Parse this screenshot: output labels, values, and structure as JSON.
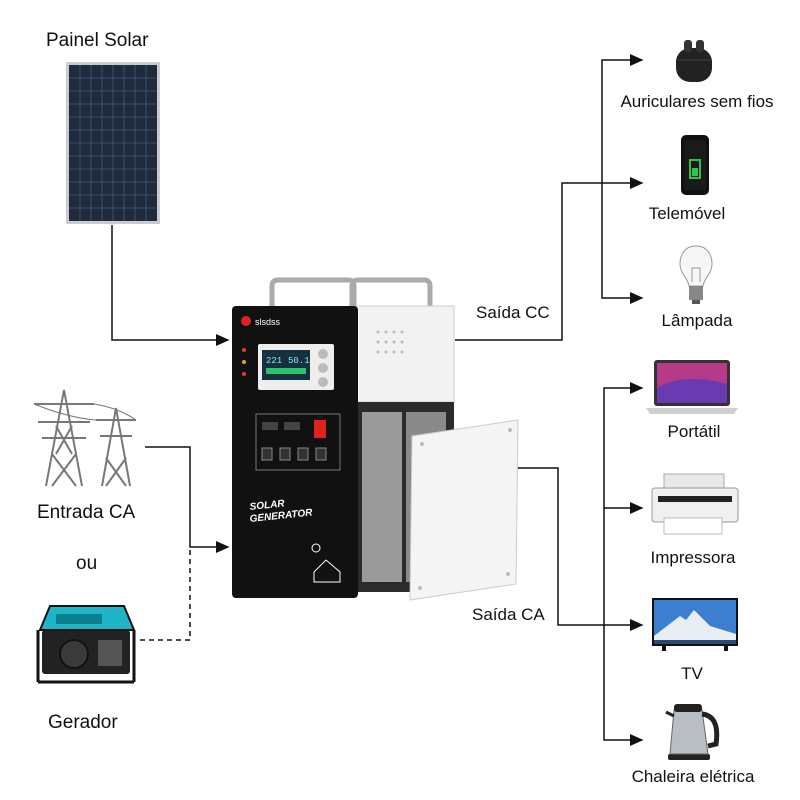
{
  "inputs": {
    "solar_label": "Painel Solar",
    "ac_input_label": "Entrada CA",
    "or_label": "ou",
    "generator_label": "Gerador"
  },
  "device": {
    "brand": "slsdss",
    "product_text_line1": "SOLAR",
    "product_text_line2": "GENERATOR",
    "display_left": "221",
    "display_right": "50.1"
  },
  "outputs": {
    "dc_label": "Saída CC",
    "ac_label": "Saída CA",
    "dc_items": [
      {
        "label": "Auriculares sem fios",
        "icon": "earbuds-icon"
      },
      {
        "label": "Telemóvel",
        "icon": "phone-icon"
      },
      {
        "label": "Lâmpada",
        "icon": "bulb-icon"
      }
    ],
    "ac_items": [
      {
        "label": "Portátil",
        "icon": "laptop-icon"
      },
      {
        "label": "Impressora",
        "icon": "printer-icon"
      },
      {
        "label": "TV",
        "icon": "tv-icon"
      },
      {
        "label": "Chaleira elétrica",
        "icon": "kettle-icon"
      }
    ]
  },
  "colors": {
    "line": "#111111",
    "panel_cell": "#1f2a3d",
    "device_body": "#111111",
    "device_side": "#f2f2f2",
    "generator_teal": "#1fb5c8"
  }
}
